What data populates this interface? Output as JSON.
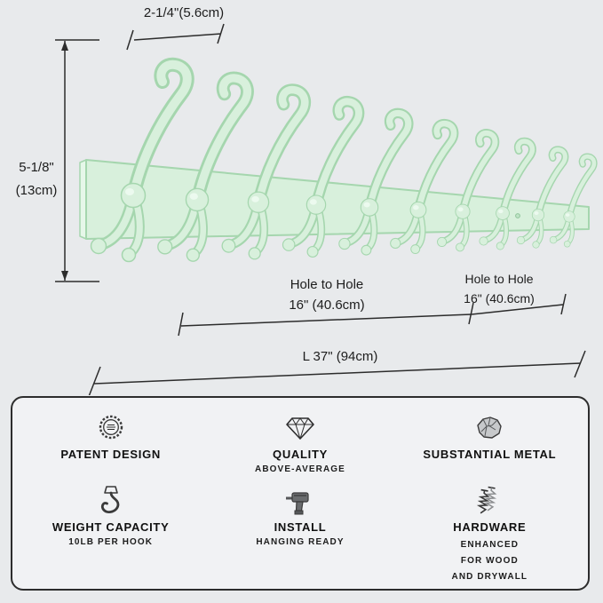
{
  "page": {
    "background": "#e8eaec"
  },
  "colors": {
    "rack_fill": "#d8f0dc",
    "rack_shade": "#a5d6ae",
    "dimension_line": "#2c2c2c",
    "panel_border": "#2d2d2d",
    "panel_bg": "#f1f2f4"
  },
  "annotations": {
    "hook_tip_width": "2-1/4\"(5.6cm)",
    "rail_height_line1": "5-1/8\"",
    "rail_height_line2": "(13cm)",
    "hole_to_hole_1": {
      "label": "Hole to Hole",
      "value": "16\" (40.6cm)"
    },
    "hole_to_hole_2": {
      "label": "Hole to Hole",
      "value": "16\" (40.6cm)"
    },
    "total_length": "L 37\" (94cm)"
  },
  "features": {
    "patent": {
      "label": "PATENT DESIGN",
      "icon": "patent-seal-icon"
    },
    "quality": {
      "label": "QUALITY",
      "sub": "ABOVE-AVERAGE",
      "icon": "diamond-icon"
    },
    "metal": {
      "label": "SUBSTANTIAL METAL",
      "icon": "metal-scrap-icon"
    },
    "weight": {
      "label": "WEIGHT CAPACITY",
      "sub": "10LB PER HOOK",
      "icon": "crane-hook-icon"
    },
    "install": {
      "label": "INSTALL",
      "sub": "HANGING READY",
      "icon": "drill-icon"
    },
    "hardware": {
      "label": "HARDWARE",
      "sub_lines": [
        "ENHANCED",
        "FOR WOOD",
        "AND DRYWALL"
      ],
      "icon": "screw-anchor-icon"
    }
  }
}
